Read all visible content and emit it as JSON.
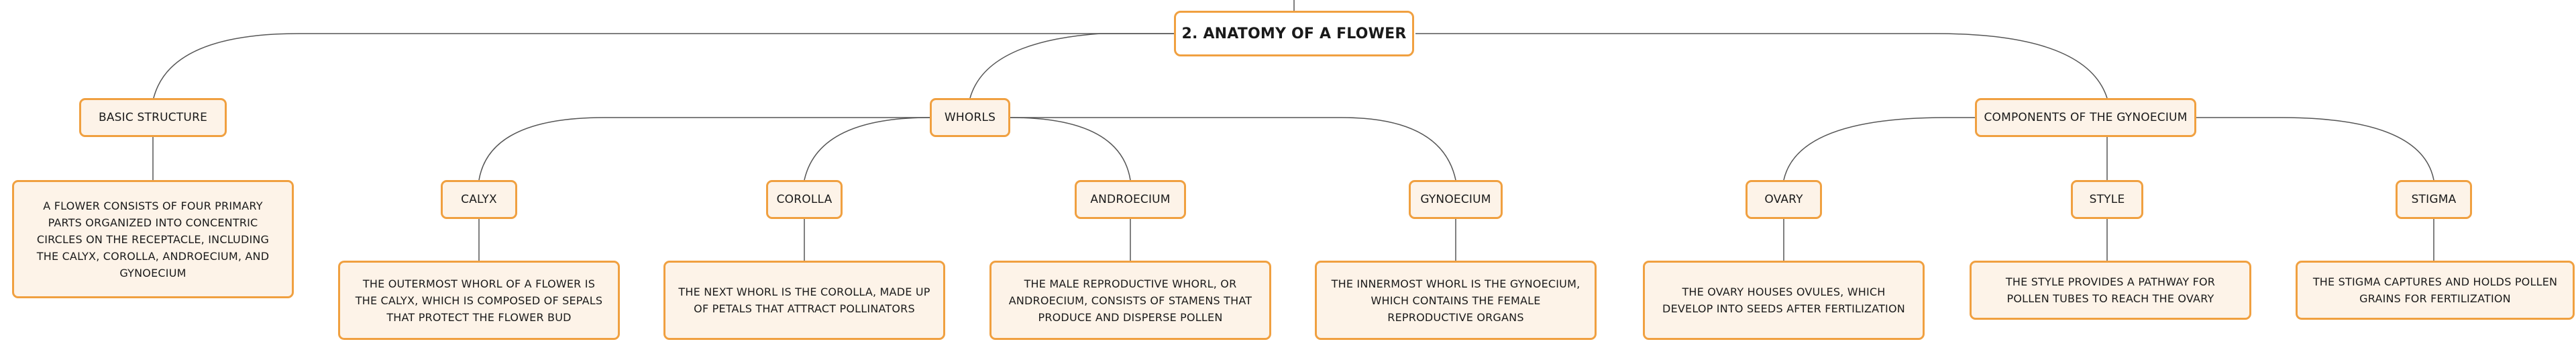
{
  "root": {
    "title": "2. ANATOMY OF A FLOWER"
  },
  "basic_structure": {
    "label": "BASIC STRUCTURE",
    "description": "A FLOWER CONSISTS OF FOUR PRIMARY PARTS ORGANIZED INTO CONCENTRIC CIRCLES ON THE RECEPTACLE, INCLUDING THE CALYX, COROLLA, ANDROECIUM, AND GYNOECIUM"
  },
  "whorls": {
    "label": "WHORLS",
    "items": [
      {
        "label": "CALYX",
        "description": "THE OUTERMOST WHORL OF A FLOWER IS THE CALYX, WHICH IS COMPOSED OF SEPALS THAT PROTECT THE FLOWER BUD"
      },
      {
        "label": "COROLLA",
        "description": "THE NEXT WHORL IS THE COROLLA, MADE UP OF PETALS THAT ATTRACT POLLINATORS"
      },
      {
        "label": "ANDROECIUM",
        "description": "THE MALE REPRODUCTIVE WHORL, OR ANDROECIUM, CONSISTS OF STAMENS THAT PRODUCE AND DISPERSE POLLEN"
      },
      {
        "label": "GYNOECIUM",
        "description": "THE INNERMOST WHORL IS THE GYNOECIUM, WHICH CONTAINS THE FEMALE REPRODUCTIVE ORGANS"
      }
    ]
  },
  "gynoecium_components": {
    "label": "COMPONENTS OF THE GYNOECIUM",
    "items": [
      {
        "label": "OVARY",
        "description": "THE OVARY HOUSES OVULES, WHICH DEVELOP INTO SEEDS AFTER FERTILIZATION"
      },
      {
        "label": "STYLE",
        "description": "THE STYLE PROVIDES A PATHWAY FOR POLLEN TUBES TO REACH THE OVARY"
      },
      {
        "label": "STIGMA",
        "description": "THE STIGMA CAPTURES AND HOLDS POLLEN GRAINS FOR FERTILIZATION"
      }
    ]
  }
}
